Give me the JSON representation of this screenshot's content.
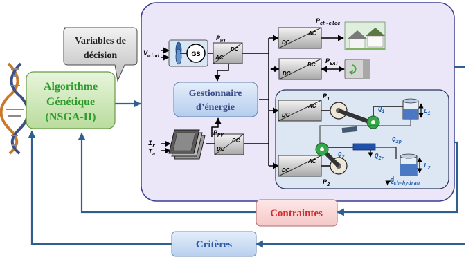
{
  "decision_box": {
    "line1": "Variables de",
    "line2": "décision"
  },
  "algorithm_box": {
    "line1": "Algorithme",
    "line2": "Génétique",
    "line3": "(NSGA-II)"
  },
  "energy_manager": {
    "line1": "Gestionnaire",
    "line2": "d’énergie"
  },
  "constraints_box": {
    "label": "Contraintes"
  },
  "criteria_box": {
    "label": "Critères"
  },
  "wind": {
    "input_main": "V",
    "input_sub": "wind",
    "generator": "GS",
    "power_main": "P",
    "power_sub": "WT"
  },
  "pv": {
    "irradiance_main": "I",
    "irradiance_sub": "r",
    "temp_main": "T",
    "temp_sub": "a",
    "power_main": "P",
    "power_sub": "PV"
  },
  "load": {
    "power_main": "P",
    "power_sub": "ch-elec"
  },
  "battery": {
    "power_main": "P",
    "power_sub": "BAT"
  },
  "hydro": {
    "pump1_main": "P",
    "pump1_sub": "1",
    "pump2_main": "P",
    "pump2_sub": "2",
    "q1_main": "Q",
    "q1_sub": "1",
    "q2_main": "Q",
    "q2_sub": "2",
    "q2p_main": "Q",
    "q2p_sub": "2p",
    "q2r_main": "Q",
    "q2r_sub": "2r",
    "l1_main": "L",
    "l1_sub": "1",
    "l2_main": "L",
    "l2_sub": "2",
    "qout_main": "Q",
    "qout_sub": "ch-hydrau"
  },
  "converters": {
    "dc": "DC",
    "ac": "AC"
  },
  "colors": {
    "system_bg": "#ebe6f8",
    "system_border": "#3a3f8f",
    "algo_green": "#2e9c2e",
    "algo_bg": "#d7ecc4",
    "manager_bg": "#cfe0f5",
    "constraints_red": "#d12e2e",
    "criteria_blue": "#2a5aa8",
    "arrow_blue": "#2f5f8f"
  }
}
